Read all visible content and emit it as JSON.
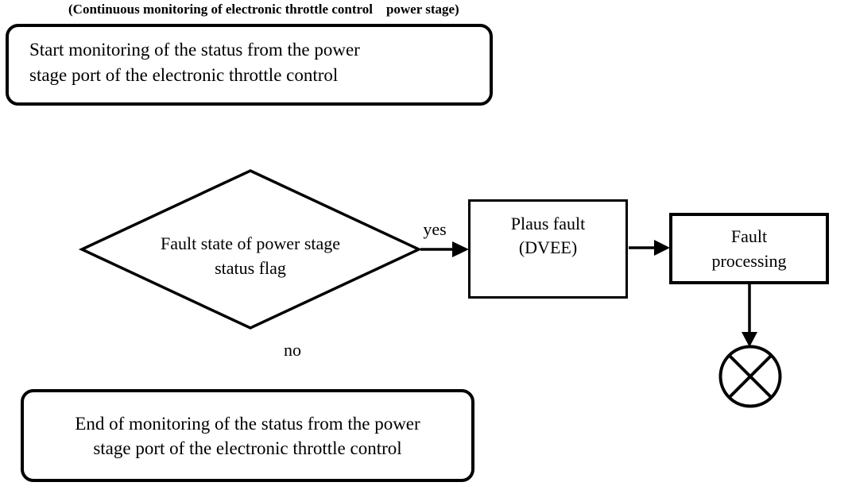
{
  "title": "(Continuous monitoring of electronic throttle control    power stage)",
  "nodes": {
    "start": {
      "type": "rounded-rectangle",
      "lines": [
        "Start monitoring of the status from the power",
        "stage port of the electronic throttle control"
      ]
    },
    "decision": {
      "type": "diamond",
      "lines": [
        "Fault state of power stage",
        "status flag"
      ]
    },
    "plaus_fault": {
      "type": "rectangle",
      "lines": [
        "Plaus fault",
        "(DVEE)"
      ]
    },
    "fault_processing": {
      "type": "rectangle",
      "lines": [
        "Fault",
        "processing"
      ]
    },
    "end": {
      "type": "rounded-rectangle",
      "lines": [
        "End of monitoring of the status from the power",
        "stage port of the electronic throttle control"
      ]
    },
    "terminator": {
      "type": "circle-x"
    }
  },
  "edge_labels": {
    "yes": "yes",
    "no": "no"
  },
  "colors": {
    "stroke": "#000000",
    "text": "#000000",
    "background": "#ffffff"
  }
}
